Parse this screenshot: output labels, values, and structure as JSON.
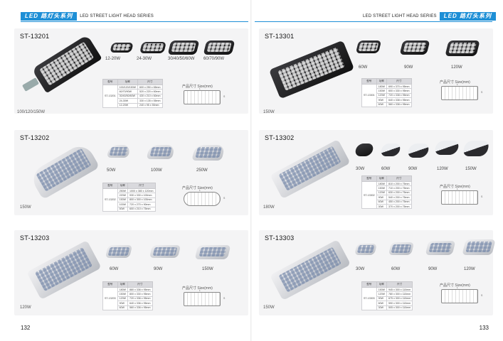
{
  "header": {
    "badge_left": "LED 路灯头系列",
    "series_left": "LED STREET LIGHT HEAD SERIES",
    "series_right": "LED STREET LIGHT HEAD SERIES",
    "badge_right": "LED 路灯头系列"
  },
  "page_numbers": {
    "left": "132",
    "right": "133"
  },
  "table_headers": [
    "型号",
    "功率",
    "尺寸"
  ],
  "sections": [
    {
      "model": "ST-13201",
      "main_label": "100/120/150W",
      "variants": [
        "12-20W",
        "24-30W",
        "30/40/50/60W",
        "60/70/90W"
      ],
      "table_model": "ST-13201",
      "rows": [
        [
          "100/120/150W",
          "600 x 250 x 65mm"
        ],
        [
          "60/70/90W",
          "520 x 220 x 60mm"
        ],
        [
          "30/40/50/60W",
          "430 x 210 x 60mm"
        ],
        [
          "24-30W",
          "330 x 135 x 55mm"
        ],
        [
          "12-20W",
          "240 x 95 x 55mm"
        ]
      ],
      "dim_title": "产品尺寸 Size(mm)",
      "dim_l": "L",
      "dim_s": "S"
    },
    {
      "model": "ST-13202",
      "main_label": "150W",
      "variants": [
        "50W",
        "100W",
        "250W"
      ],
      "table_model": "ST-13202",
      "rows": [
        [
          "250W",
          "1000 x 380 x 120mm"
        ],
        [
          "220W",
          "930 x 330 x 100mm"
        ],
        [
          "150W",
          "800 x 300 x 100mm"
        ],
        [
          "100W",
          "720 x 270 x 90mm"
        ],
        [
          "50W",
          "600 x 210 x 75mm"
        ]
      ],
      "dim_title": "产品尺寸 Size(mm)",
      "dim_l": "L",
      "dim_s": "S"
    },
    {
      "model": "ST-13203",
      "main_label": "120W",
      "variants": [
        "60W",
        "90W",
        "150W"
      ],
      "table_model": "ST-13203",
      "rows": [
        [
          "180W",
          "880 x 336 x 95mm"
        ],
        [
          "150W",
          "800 x 330 x 95mm"
        ],
        [
          "120W",
          "720 x 336 x 95mm"
        ],
        [
          "90W",
          "640 x 336 x 95mm"
        ],
        [
          "60W",
          "560 x 336 x 95mm"
        ]
      ],
      "dim_title": "产品尺寸 Size(mm)",
      "dim_l": "L",
      "dim_s": "S"
    },
    {
      "model": "ST-13301",
      "main_label": "150W",
      "variants": [
        "60W",
        "90W",
        "120W"
      ],
      "table_model": "ST-13301",
      "rows": [
        [
          "180W",
          "690 x 370 x 95mm"
        ],
        [
          "150W",
          "600 x 330 x 95mm"
        ],
        [
          "120W",
          "720 x 338 x 95mm"
        ],
        [
          "90W",
          "640 x 338 x 95mm"
        ],
        [
          "60W",
          "560 x 338 x 95mm"
        ]
      ],
      "dim_title": "产品尺寸 Size(mm)",
      "dim_l": "L",
      "dim_s": "S"
    },
    {
      "model": "ST-13302",
      "main_label": "180W",
      "variants": [
        "30W",
        "60W",
        "90W",
        "120W",
        "150W"
      ],
      "table_model": "ST-13302",
      "rows": [
        [
          "180W",
          "810 x 200 x 75mm"
        ],
        [
          "150W",
          "710 x 200 x 75mm"
        ],
        [
          "120W",
          "630 x 200 x 75mm"
        ],
        [
          "90W",
          "540 x 200 x 75mm"
        ],
        [
          "60W",
          "450 x 200 x 75mm"
        ],
        [
          "30W",
          "370 x 200 x 75mm"
        ]
      ],
      "dim_title": "产品尺寸 Size(mm)",
      "dim_l": "L",
      "dim_s": "S"
    },
    {
      "model": "ST-13303",
      "main_label": "150W",
      "variants": [
        "30W",
        "60W",
        "90W",
        "120W"
      ],
      "table_model": "ST-13303",
      "rows": [
        [
          "150W",
          "945 x 300 x 110mm"
        ],
        [
          "120W",
          "780 x 300 x 110mm"
        ],
        [
          "90W",
          "675 x 300 x 110mm"
        ],
        [
          "60W",
          "590 x 300 x 110mm"
        ],
        [
          "30W",
          "505 x 300 x 110mm"
        ]
      ],
      "dim_title": "产品尺寸 Size(mm)",
      "dim_l": "L",
      "dim_s": "S"
    }
  ]
}
